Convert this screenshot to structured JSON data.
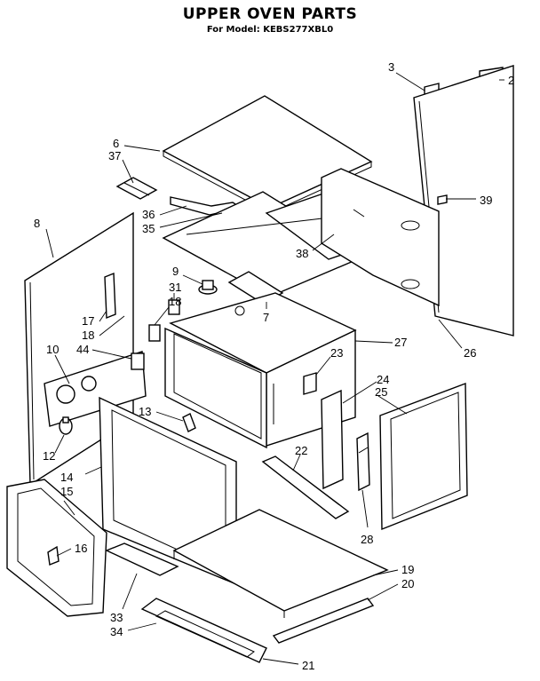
{
  "header": {
    "title": "UPPER OVEN PARTS",
    "subtitle": "For Model: KEBS277XBL0"
  },
  "callouts": {
    "p2": "2",
    "p3": "3",
    "p6": "6",
    "p37": "37",
    "p39": "39",
    "p8": "8",
    "p36": "36",
    "p35": "35",
    "p38": "38",
    "p9": "9",
    "p31": "31",
    "p18a": "18",
    "p17": "17",
    "p18b": "18",
    "p7": "7",
    "p27": "27",
    "p26": "26",
    "p44": "44",
    "p10": "10",
    "p23": "23",
    "p24": "24",
    "p25": "25",
    "p13": "13",
    "p12": "12",
    "p22": "22",
    "p14": "14",
    "p15": "15",
    "p16": "16",
    "p28": "28",
    "p19": "19",
    "p20": "20",
    "p33": "33",
    "p34": "34",
    "p21": "21"
  }
}
